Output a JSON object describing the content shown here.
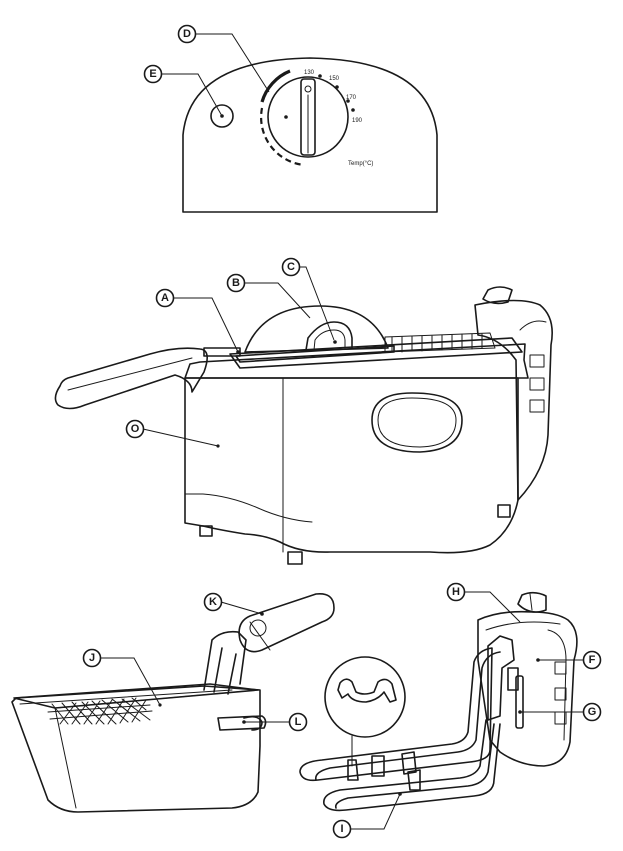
{
  "dial": {
    "temps": [
      "130",
      "150",
      "170",
      "190"
    ],
    "unit_label": "Temp(°C)"
  },
  "labels": {
    "A": "A",
    "B": "B",
    "C": "C",
    "D": "D",
    "E": "E",
    "F": "F",
    "G": "G",
    "H": "H",
    "I": "I",
    "J": "J",
    "K": "K",
    "L": "L",
    "O": "O"
  }
}
